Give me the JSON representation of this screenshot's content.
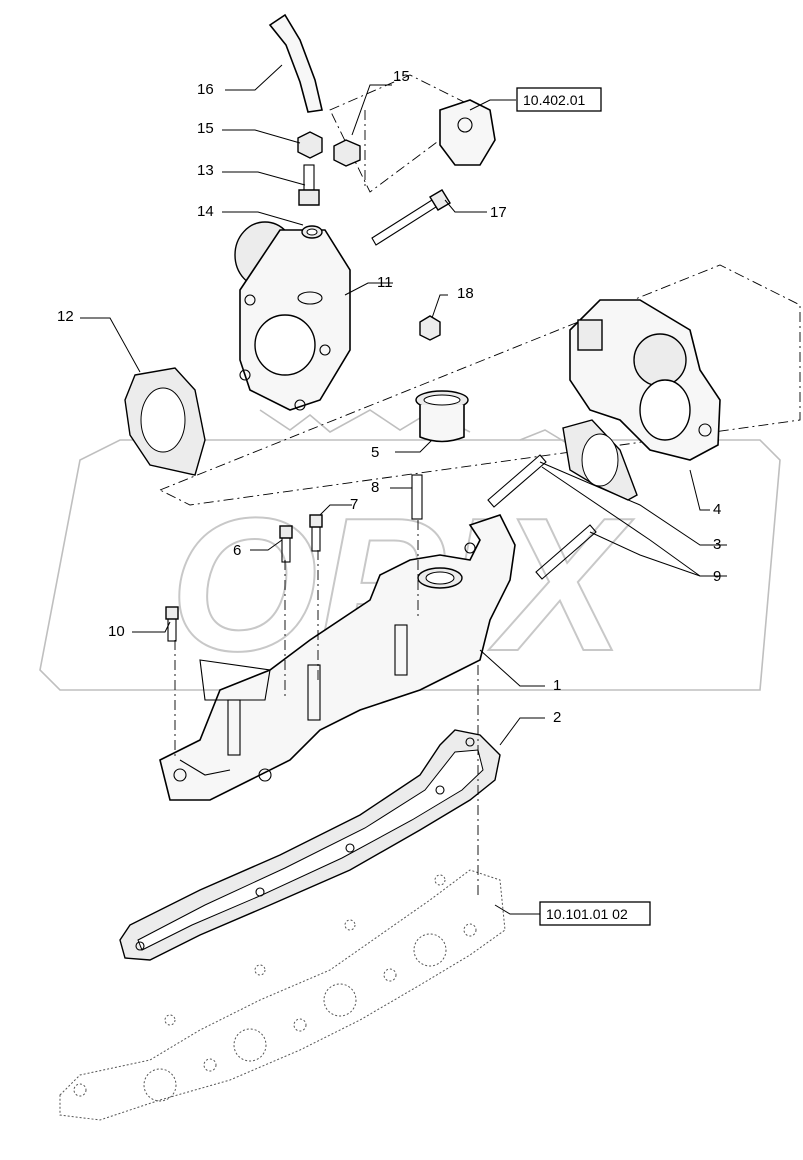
{
  "callouts": [
    "1",
    "2",
    "3",
    "4",
    "5",
    "6",
    "7",
    "8",
    "9",
    "10",
    "11",
    "12",
    "13",
    "14",
    "15",
    "16",
    "17",
    "18"
  ],
  "references": {
    "top_ref": "10.402.01",
    "bottom_ref": "10.101.01 02"
  },
  "watermark": {
    "text": "OPIX"
  }
}
